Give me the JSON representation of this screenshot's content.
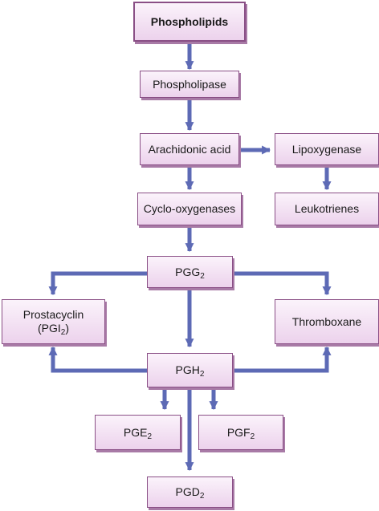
{
  "colors": {
    "arrow": "#5d6ab5",
    "box_border": "#8a4f86",
    "box_fill_top": "#fbf3fb",
    "box_fill_bottom": "#ecd2ec"
  },
  "nodes": {
    "phospholipids": "Phospholipids",
    "phospholipase": "Phospholipase",
    "arachidonic_acid": "Arachidonic acid",
    "lipoxygenase": "Lipoxygenase",
    "cyclo_oxygenases": "Cyclo-oxygenases",
    "leukotrienes": "Leukotrienes",
    "pgg2": {
      "base": "PGG",
      "sub": "2"
    },
    "prostacyclin": {
      "line1": "Prostacyclin",
      "line2_base": "(PGI",
      "line2_sub": "2",
      "line2_end": ")"
    },
    "thromboxane": "Thromboxane",
    "pgh2": {
      "base": "PGH",
      "sub": "2"
    },
    "pge2": {
      "base": "PGE",
      "sub": "2"
    },
    "pgf2": {
      "base": "PGF",
      "sub": "2"
    },
    "pgd2": {
      "base": "PGD",
      "sub": "2"
    }
  }
}
